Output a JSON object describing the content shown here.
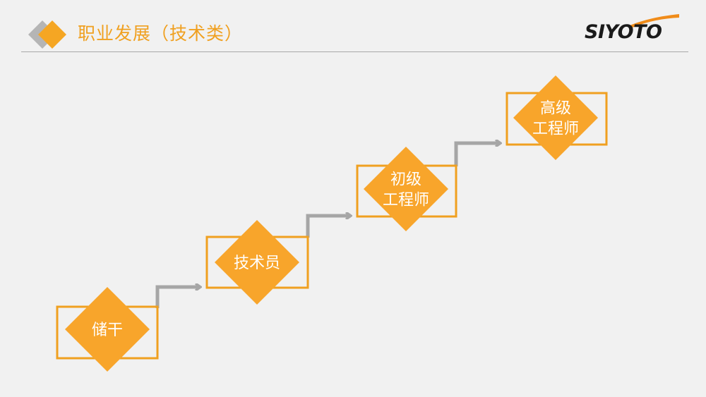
{
  "header": {
    "title": "职业发展（技术类）",
    "logo_text": "SIYOTO"
  },
  "colors": {
    "accent": "#f5a623",
    "box_stroke": "#f0a020",
    "diamond_fill": "#f8a52b",
    "arrow": "#a6a6a6",
    "logo_accent": "#f08c1a",
    "logo_text": "#1a1a1a",
    "rule": "#a8a8a8"
  },
  "career_path": {
    "steps": [
      {
        "lines": [
          "储干"
        ]
      },
      {
        "lines": [
          "技术员"
        ]
      },
      {
        "lines": [
          "初级",
          "工程师"
        ]
      },
      {
        "lines": [
          "高级",
          "工程师"
        ]
      }
    ]
  }
}
